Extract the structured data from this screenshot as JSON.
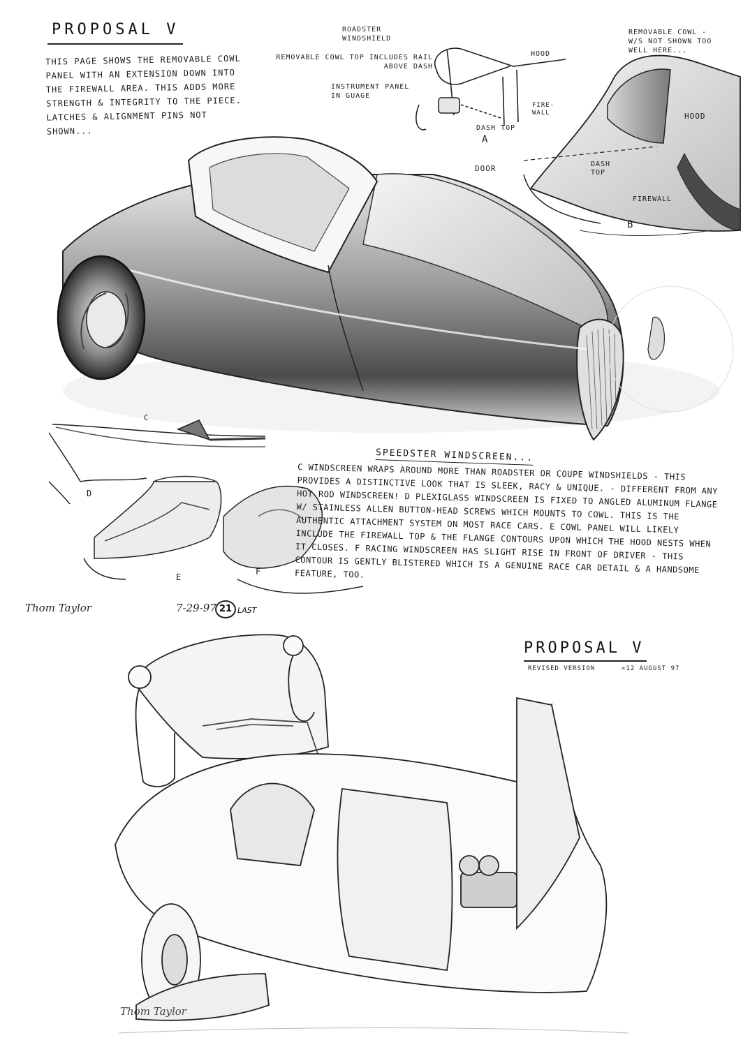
{
  "top": {
    "title": "PROPOSAL V",
    "intro": "THIS PAGE SHOWS THE REMOVABLE COWL PANEL WITH AN EXTENSION DOWN INTO THE FIREWALL AREA. THIS ADDS MORE STRENGTH & INTEGRITY TO THE PIECE. LATCHES & ALIGNMENT PINS NOT SHOWN...",
    "callouts": {
      "roadster_windshield": "ROADSTER WINDSHIELD",
      "removable_cowl_top": "REMOVABLE COWL TOP INCLUDES RAIL ABOVE DASH",
      "instrument_panel": "INSTRUMENT PANEL IN GUAGE",
      "hood_a": "HOOD",
      "firewall_a": "FIRE-WALL",
      "dash_top_a": "DASH TOP",
      "view_a": "A",
      "removable_cowl_b": "REMOVABLE COWL - W/S NOT SHOWN TOO WELL HERE...",
      "hood_b": "HOOD",
      "door_b": "DOOR",
      "dash_top_b": "DASH TOP",
      "firewall_b": "FIREWALL",
      "view_b": "B",
      "view_c": "C",
      "view_d": "D",
      "view_e": "E",
      "view_f": "F"
    },
    "speedster": {
      "heading": "SPEEDSTER WINDSCREEN...",
      "body": "C WINDSCREEN WRAPS AROUND MORE THAN ROADSTER OR COUPE WINDSHIELDS - THIS PROVIDES A DISTINCTIVE LOOK THAT IS SLEEK, RACY & UNIQUE. - DIFFERENT FROM ANY HOT ROD WINDSCREEN! D PLEXIGLASS WINDSCREEN IS FIXED TO ANGLED ALUMINUM FLANGE W/ STAINLESS ALLEN BUTTON-HEAD SCREWS WHICH MOUNTS TO COWL. THIS IS THE AUTHENTIC ATTACHMENT SYSTEM ON MOST RACE CARS. E COWL PANEL WILL LIKELY INCLUDE THE FIREWALL TOP & THE FLANGE CONTOURS UPON WHICH THE HOOD NESTS WHEN IT CLOSES. F RACING WINDSCREEN HAS SLIGHT RISE IN FRONT OF DRIVER - THIS CONTOUR IS GENTLY BLISTERED WHICH IS A GENUINE RACE CAR DETAIL & A HANDSOME FEATURE, TOO."
    },
    "signature": "Thom Taylor",
    "date": "7-29-97",
    "page_number": "21",
    "page_tag": "LAST"
  },
  "bottom": {
    "title": "PROPOSAL V",
    "subtitle": "REVISED VERSION",
    "date": "«12 AUGUST 97",
    "signature": "Thom Taylor"
  },
  "colors": {
    "paper": "#ffffff",
    "ink": "#1a1a1a",
    "shade": "#5a5a5a"
  }
}
